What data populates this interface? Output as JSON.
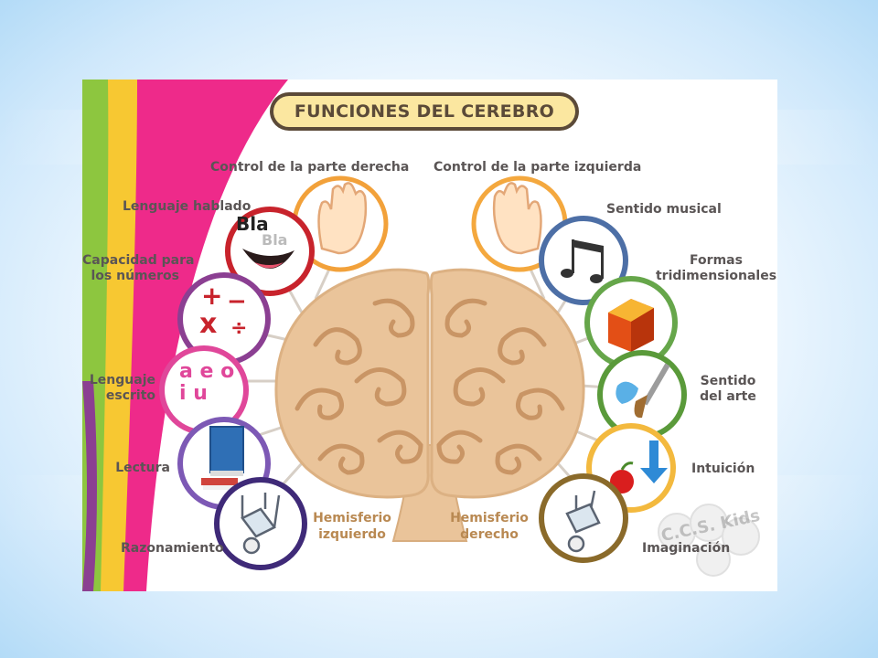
{
  "title": "FUNCIONES DEL CEREBRO",
  "left_hemisphere": {
    "caption_line1": "Hemisferio",
    "caption_line2": "izquierdo",
    "functions": {
      "control": "Control de la parte derecha",
      "lenguaje_hablado": "Lenguaje hablado",
      "numeros_line1": "Capacidad para",
      "numeros_line2": "los números",
      "escrito_line1": "Lenguaje",
      "escrito_line2": "escrito",
      "lectura": "Lectura",
      "razonamiento": "Razonamiento"
    },
    "icon_text": {
      "bla_main": "Bla",
      "bla_shadow": "Bla",
      "plus": "+",
      "minus": "−",
      "times": "x",
      "divide": "÷",
      "vowels": "a e o\ni u"
    }
  },
  "right_hemisphere": {
    "caption_line1": "Hemisferio",
    "caption_line2": "derecho",
    "functions": {
      "control": "Control de la parte izquierda",
      "musical": "Sentido musical",
      "formas_line1": "Formas",
      "formas_line2": "tridimensionales",
      "arte_line1": "Sentido",
      "arte_line2": "del arte",
      "intuicion": "Intuición",
      "imaginacion": "Imaginación"
    }
  },
  "logo_text": "C.C.S. Kids",
  "colors": {
    "brain": "#eac49a",
    "brain_swirl": "#c99565",
    "left_rings": [
      "#f2a13a",
      "#c8232c",
      "#8b3f92",
      "#e0479a",
      "#7d59b5",
      "#3f2a78"
    ],
    "right_rings": [
      "#f4a83e",
      "#4d6fa6",
      "#66a64a",
      "#5a9a3a",
      "#f3b93e",
      "#8a6a2a"
    ],
    "stripe_colors": [
      "#8dc63f",
      "#f7c832",
      "#ee2a8a",
      "#8b3f92"
    ]
  }
}
